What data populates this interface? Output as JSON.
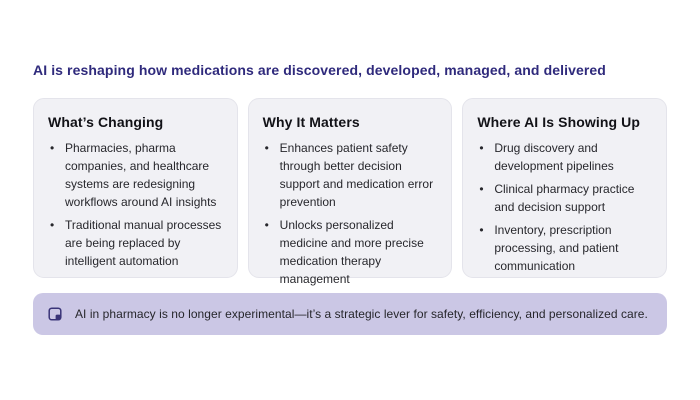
{
  "title": "AI is reshaping how medications are discovered, developed, managed, and delivered",
  "cards": [
    {
      "heading": "What’s Changing",
      "bullets": [
        "Pharmacies, pharma companies, and healthcare systems are redesigning workflows around AI insights",
        "Traditional manual processes are being replaced by intelligent automation"
      ]
    },
    {
      "heading": "Why It Matters",
      "bullets": [
        "Enhances patient safety through better decision support and medication error prevention",
        "Unlocks personalized medicine and more precise medication therapy management"
      ]
    },
    {
      "heading": "Where AI Is Showing Up",
      "bullets": [
        "Drug discovery and development pipelines",
        "Clinical pharmacy practice and decision support",
        "Inventory, prescription processing, and patient communication"
      ]
    }
  ],
  "banner": {
    "icon": "sticky-note-icon",
    "text": "AI in pharmacy is no longer experimental—it’s a strategic lever for safety, efficiency, and personalized care."
  },
  "colors": {
    "page_bg": "#FFFFFF",
    "title_text": "#2F2A7C",
    "card_bg": "#F1F1F5",
    "card_border": "#E4E4EB",
    "card_heading": "#121217",
    "card_body": "#27272C",
    "banner_bg": "#CBC7E5",
    "banner_text": "#26262B",
    "banner_icon": "#3A3478"
  }
}
